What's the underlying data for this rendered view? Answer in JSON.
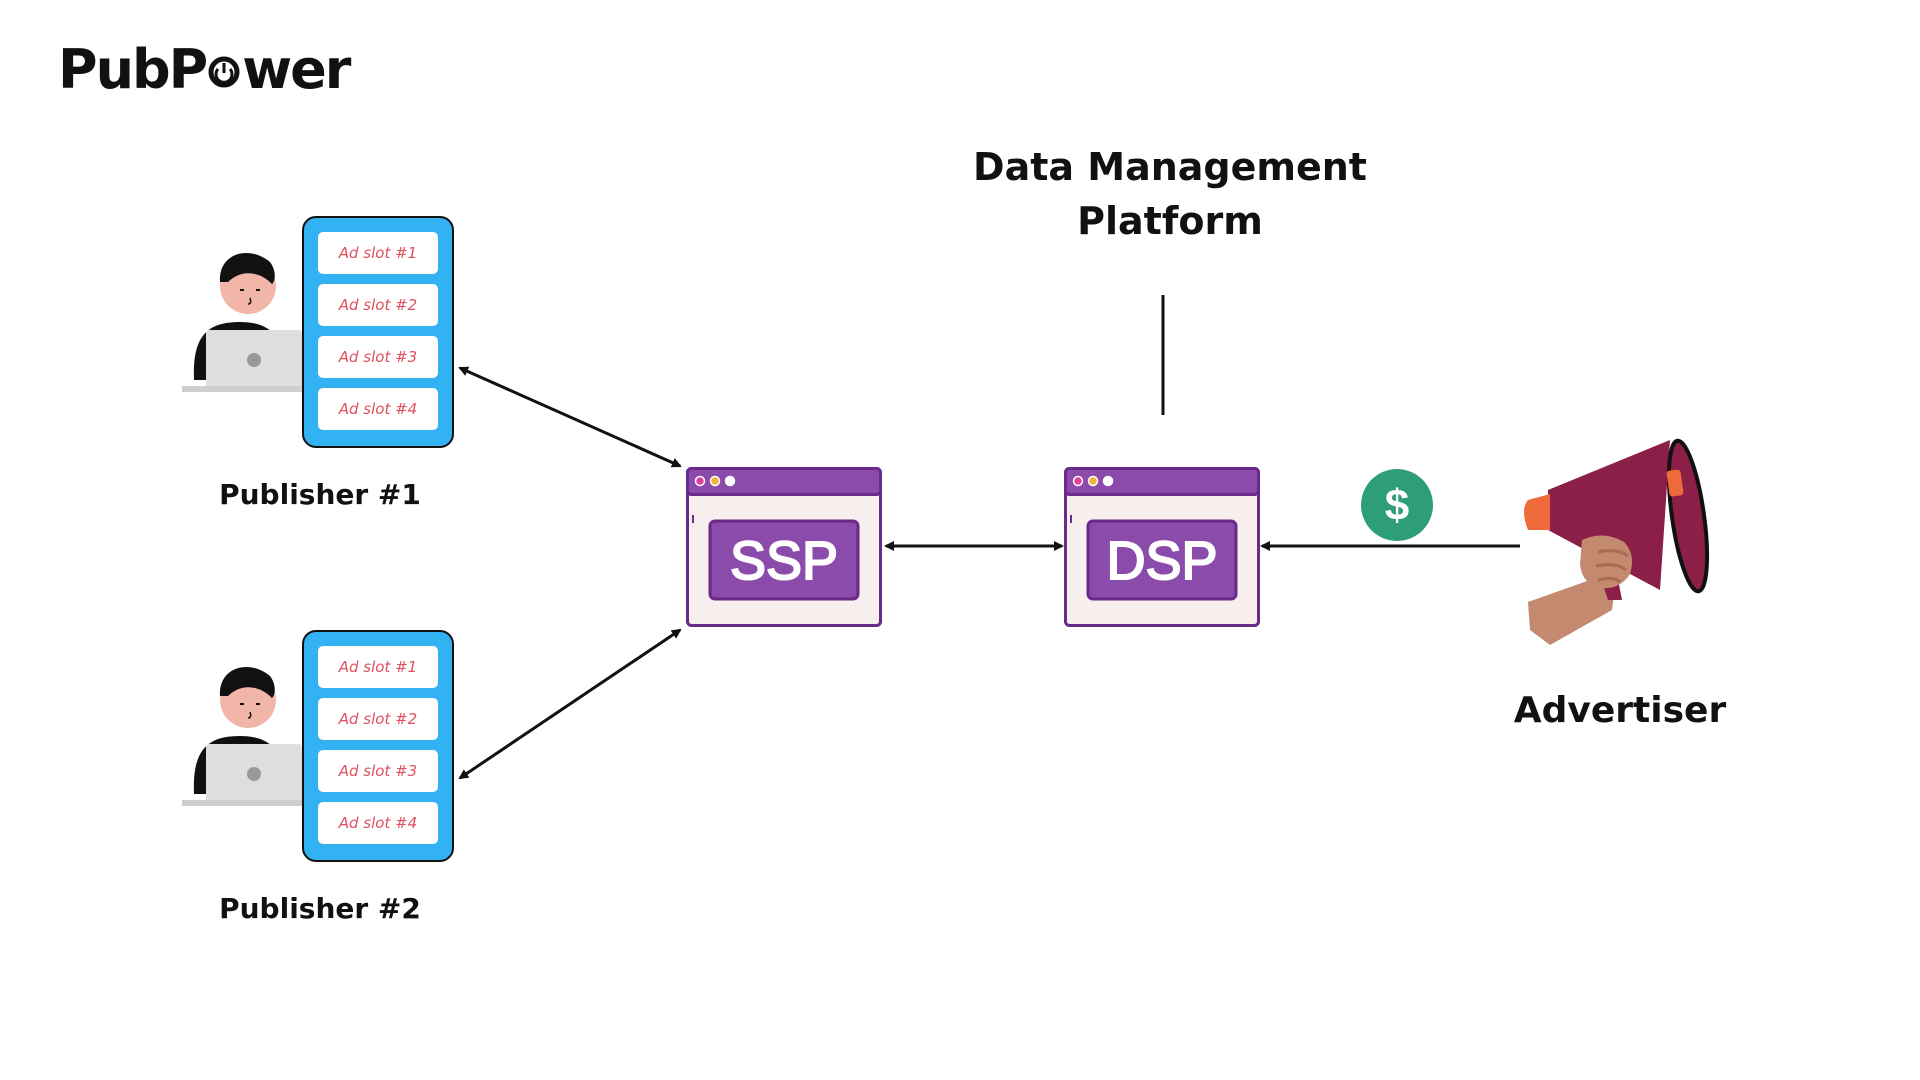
{
  "logo": {
    "part1": "PubP",
    "part2": "wer"
  },
  "dmp": {
    "title_line1": "Data Management",
    "title_line2": "Platform"
  },
  "publishers": [
    {
      "label": "Publisher #1",
      "slots": [
        "Ad slot #1",
        "Ad slot #2",
        "Ad slot #3",
        "Ad slot #4"
      ]
    },
    {
      "label": "Publisher #2",
      "slots": [
        "Ad slot #1",
        "Ad slot #2",
        "Ad slot #3",
        "Ad slot #4"
      ]
    }
  ],
  "ssp": {
    "label": "SSP"
  },
  "dsp": {
    "label": "DSP"
  },
  "advertiser": {
    "label": "Advertiser"
  },
  "money": {
    "symbol": "$"
  },
  "colors": {
    "phone": "#32b2f2",
    "slot_text": "#e05060",
    "window_purple": "#8a4bab",
    "window_bg": "#f6efee",
    "money_green": "#2e9e78",
    "megaphone": "#8c1f48"
  }
}
